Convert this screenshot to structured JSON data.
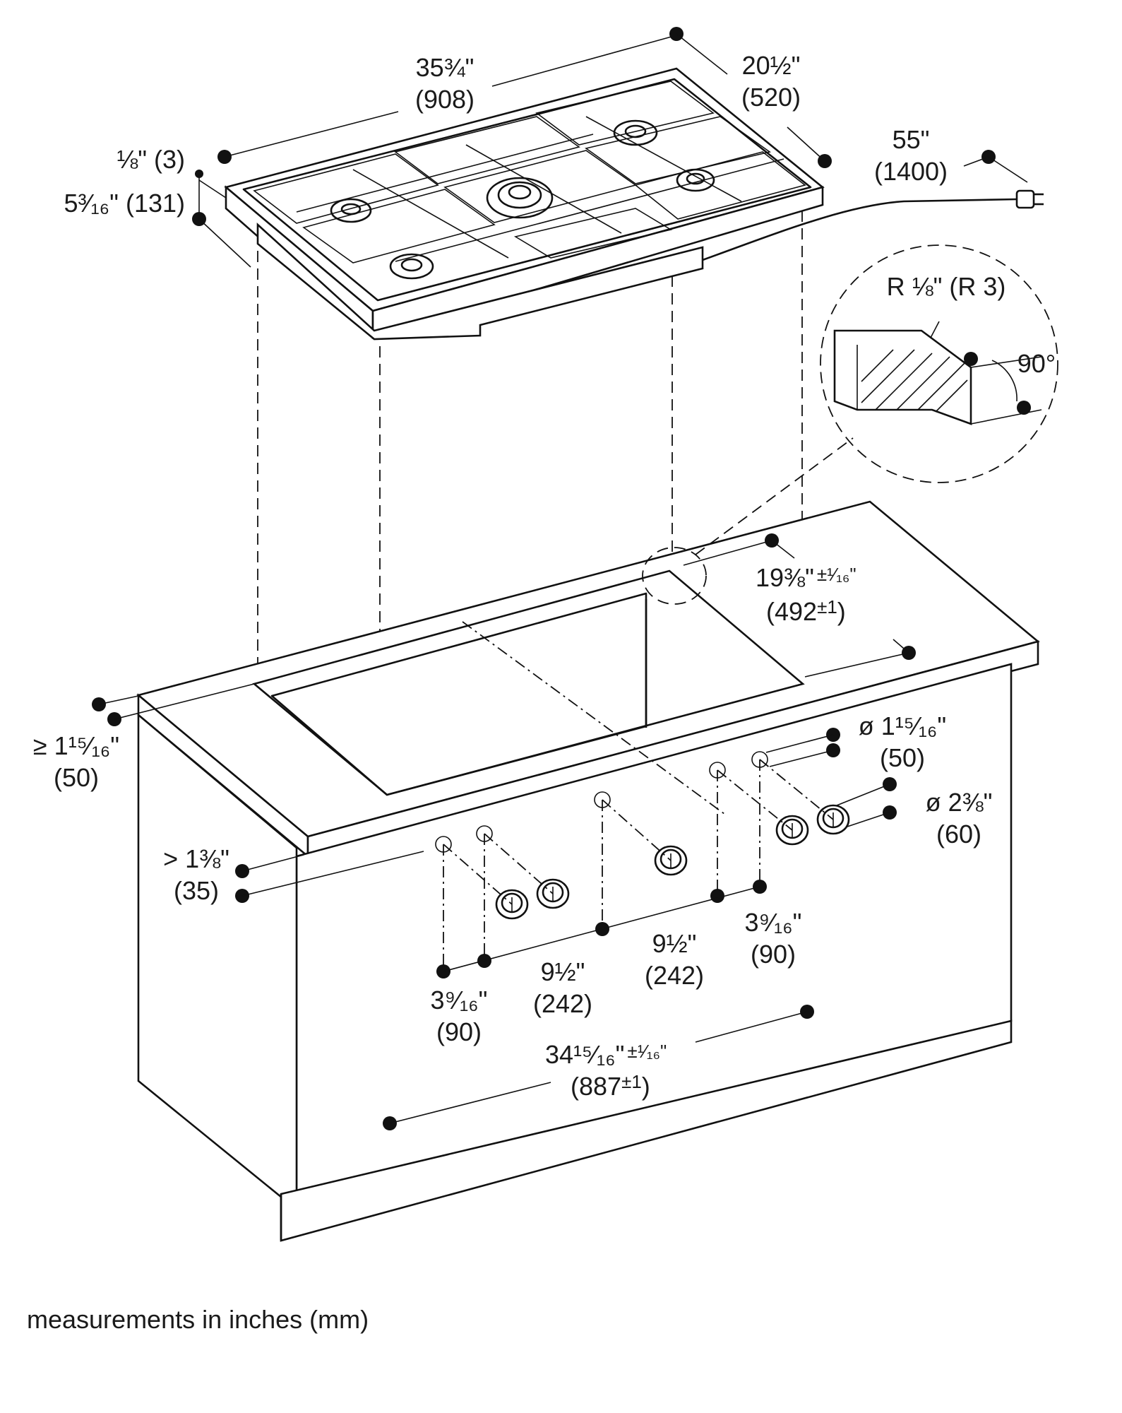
{
  "dimensions": {
    "width_in": "35¾\"",
    "width_mm": "(908)",
    "depth_in": "20½\"",
    "depth_mm": "(520)",
    "cord_in": "55\"",
    "cord_mm": "(1400)",
    "trim_thickness": "⅛\" (3)",
    "height": "5³⁄₁₆\" (131)",
    "edge_radius": "R ⅛\" (R 3)",
    "edge_angle": "90°",
    "cutout_depth_in": "19⅜\"",
    "cutout_depth_tol_in": "±¹⁄₁₆\"",
    "cutout_depth_mm": "(492",
    "cutout_depth_tol_mm": "±1",
    "cutout_depth_mm_close": ")",
    "front_clearance_in": "≥ 1¹⁵⁄₁₆\"",
    "front_clearance_mm": "(50)",
    "knob_hole_dia_in": "ø 1¹⁵⁄₁₆\"",
    "knob_hole_dia_mm": "(50)",
    "knob_dia_in": "ø 2⅜\"",
    "knob_dia_mm": "(60)",
    "knob_setback_in": "> 1⅜\"",
    "knob_setback_mm": "(35)",
    "knob_pair_left_in": "3⁹⁄₁₆\"",
    "knob_pair_left_mm": "(90)",
    "knob_gap_left_in": "9½\"",
    "knob_gap_left_mm": "(242)",
    "knob_gap_right_in": "9½\"",
    "knob_gap_right_mm": "(242)",
    "knob_pair_right_in": "3⁹⁄₁₆\"",
    "knob_pair_right_mm": "(90)",
    "cutout_width_in": "34¹⁵⁄₁₆\"",
    "cutout_width_tol_in": "±¹⁄₁₆\"",
    "cutout_width_mm": "(887",
    "cutout_width_tol_mm": "±1",
    "cutout_width_mm_close": ")"
  },
  "caption": "measurements in inches (mm)",
  "colors": {
    "ink": "#111111",
    "background": "#ffffff"
  }
}
